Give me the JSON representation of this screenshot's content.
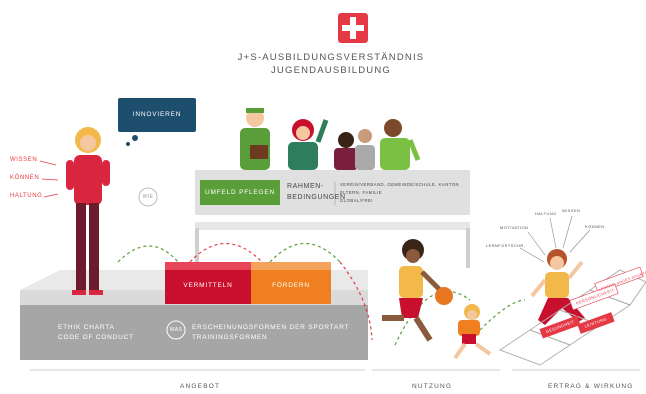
{
  "header": {
    "title_line1": "J+S-AUSBILDUNGSVERSTÄNDNIS",
    "title_line2": "JUGENDAUSBILDUNG"
  },
  "speech_bubble": {
    "label": "INNOVIEREN"
  },
  "competences": [
    "WISSEN",
    "KÖNNEN",
    "HALTUNG"
  ],
  "circle_labels": {
    "wie": "WIE",
    "was": "WAS"
  },
  "upper_platform": {
    "button_label": "UMFELD PFLEGEN",
    "heading_line1": "RAHMEN-",
    "heading_line2": "BEDINGUNGEN",
    "bullets": [
      "VEREIN/VERBAND, GEMEINDE/SCHULE, KANTON",
      "ELTERN, FAMILIE",
      "GLOBAL/FREI"
    ]
  },
  "steps": {
    "vermitteln": "VERMITTELN",
    "foerdern": "FÖRDERN"
  },
  "lower_platform": {
    "left_line1": "ETHIK CHARTA",
    "left_line2": "CODE OF CONDUCT",
    "right_line1": "ERSCHEINUNGSFORMEN DER SPORTART",
    "right_line2": "TRAININGSFORMEN"
  },
  "motivation_labels": [
    "MOTIVATION",
    "HALTUNG",
    "WISSEN",
    "KÖNNEN",
    "LERNFORTSCHR."
  ],
  "hopscotch_labels": [
    "LEBENSLANGES SPORTREIBEN",
    "PERSÖNLICHKEIT",
    "LEISTUNG",
    "GESUNDHEIT"
  ],
  "footer": {
    "angebot": "ANGEBOT",
    "nutzung": "NUTZUNG",
    "ertrag": "ERTRAG & WIRKUNG"
  },
  "colors": {
    "brand_red": "#e63946",
    "navy": "#1d4e6e",
    "green": "#5a9e3a",
    "orange": "#f07f1f",
    "platform_grey": "#dadada",
    "platform_dark": "#a6a6a6"
  }
}
